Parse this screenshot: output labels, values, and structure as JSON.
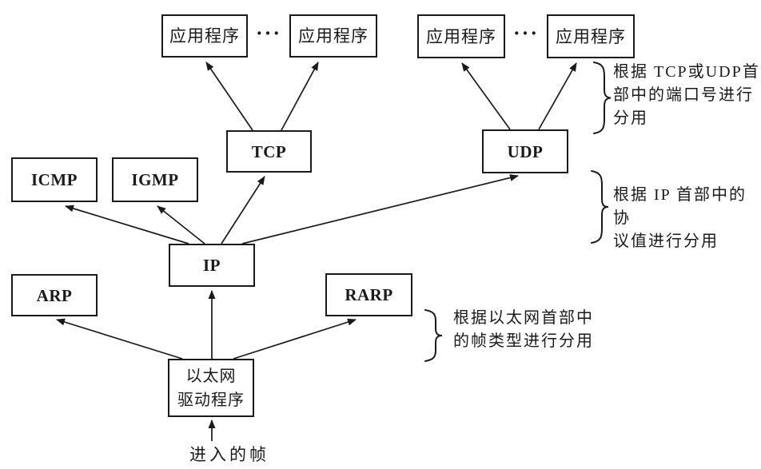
{
  "diagram": {
    "nodes": {
      "app1": "应用程序",
      "app2": "应用程序",
      "app3": "应用程序",
      "app4": "应用程序",
      "tcp": "TCP",
      "udp": "UDP",
      "icmp": "ICMP",
      "igmp": "IGMP",
      "ip": "IP",
      "arp": "ARP",
      "rarp": "RARP",
      "ethernet_driver": "以太网\n驱动程序"
    },
    "ellipsis": "···",
    "incoming_frame_label": "进入的帧",
    "annotations": {
      "transport": "根据 TCP或UDP首\n部中的端口号进行\n分用",
      "network": "根据 IP 首部中的协\n议值进行分用",
      "link": "根据以太网首部中\n的帧类型进行分用"
    },
    "colors": {
      "ink": "#1a1a1a",
      "background": "#ffffff"
    }
  }
}
